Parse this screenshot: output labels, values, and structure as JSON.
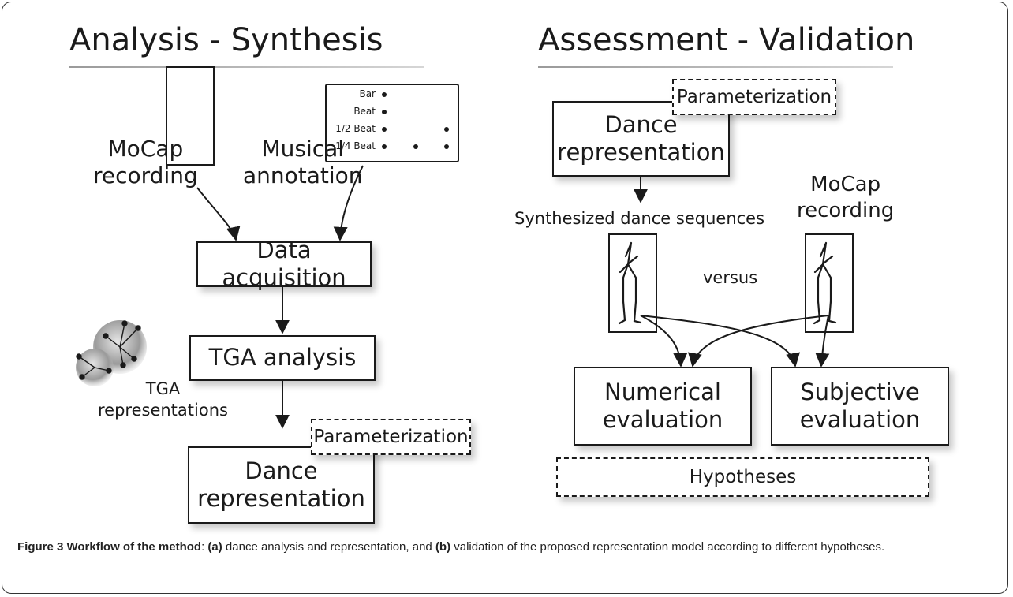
{
  "left": {
    "heading": "Analysis - Synthesis",
    "mocap_label": [
      "MoCap",
      "recording"
    ],
    "musical_label": [
      "Musical",
      "annotation"
    ],
    "musical_rows": [
      "Bar",
      "Beat",
      "1/2 Beat",
      "1/4 Beat"
    ],
    "data_acquisition": "Data acquisition",
    "tga_analysis": "TGA analysis",
    "tga_label": [
      "TGA",
      "representations"
    ],
    "parameterization": "Parameterization",
    "dance_representation": [
      "Dance",
      "representation"
    ]
  },
  "right": {
    "heading": "Assessment - Validation",
    "parameterization": "Parameterization",
    "dance_representation": [
      "Dance",
      "representation"
    ],
    "synthesized_label": "Synthesized dance sequences",
    "mocap_label": [
      "MoCap",
      "recording"
    ],
    "versus": "versus",
    "numerical_evaluation": [
      "Numerical",
      "evaluation"
    ],
    "subjective_evaluation": [
      "Subjective",
      "evaluation"
    ],
    "hypotheses": "Hypotheses"
  },
  "caption": {
    "label": "Figure 3 Workflow of the method",
    "a_marker": "(a)",
    "a_text": " dance analysis and representation, and ",
    "b_marker": "(b)",
    "b_text": " validation of the proposed representation model according to different hypotheses."
  }
}
